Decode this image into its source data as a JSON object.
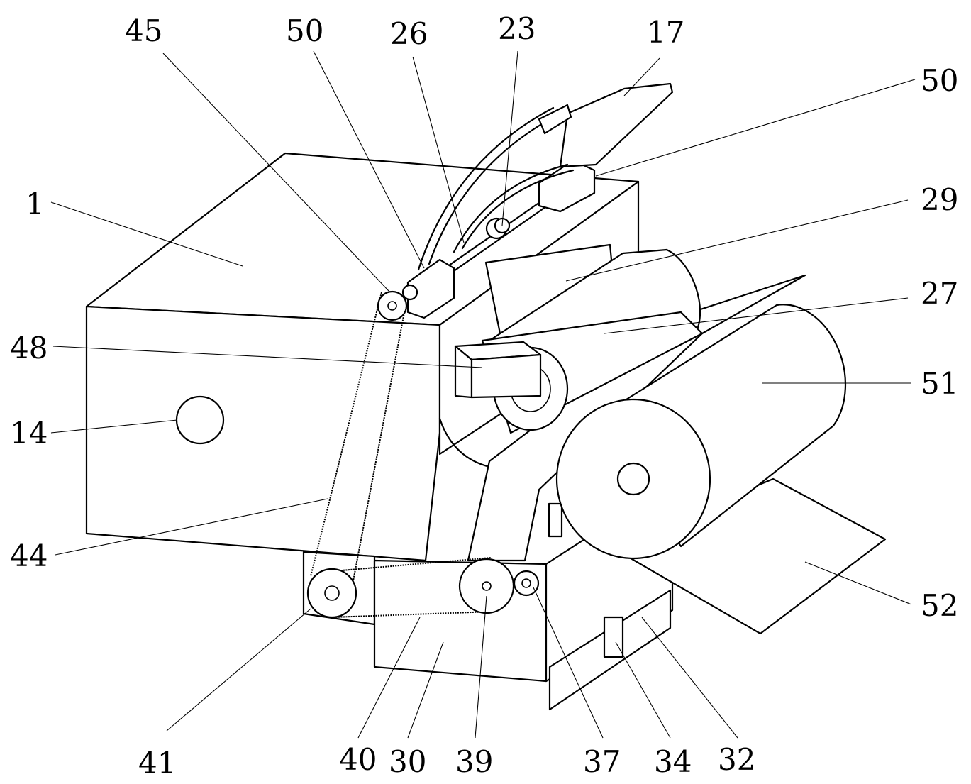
{
  "labels": {
    "l45": "45",
    "l50a": "50",
    "l26": "26",
    "l23": "23",
    "l17": "17",
    "l50b": "50",
    "l1": "1",
    "l29": "29",
    "l27": "27",
    "l48": "48",
    "l51": "51",
    "l14": "14",
    "l44": "44",
    "l52": "52",
    "l41": "41",
    "l40": "40",
    "l30": "30",
    "l39": "39",
    "l37": "37",
    "l34": "34",
    "l32": "32"
  }
}
